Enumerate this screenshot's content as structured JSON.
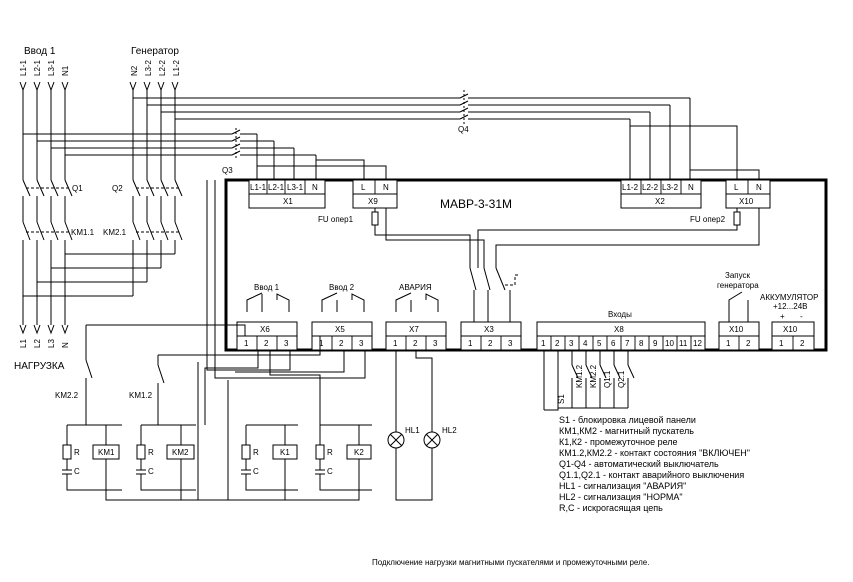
{
  "inputs": {
    "vvod1": {
      "title": "Ввод 1",
      "phases": [
        "L1-1",
        "L2-1",
        "L3-1",
        "N1"
      ]
    },
    "generator": {
      "title": "Генератор",
      "phases": [
        "N2",
        "L3-2",
        "L2-2",
        "L1-2"
      ]
    }
  },
  "breakers": {
    "q1": "Q1",
    "q2": "Q2",
    "q3": "Q3",
    "q4": "Q4",
    "km11": "KM1.1",
    "km21": "KM2.1"
  },
  "load": {
    "title": "НАГРУЗКА",
    "lines": [
      "L1",
      "L2",
      "L3",
      "N"
    ]
  },
  "device": {
    "title": "МАВР-3-31М",
    "x1": {
      "name": "X1",
      "pins": [
        "L1-1",
        "L2-1",
        "L3-1",
        "N"
      ]
    },
    "x9": {
      "name": "X9",
      "pins": [
        "L",
        "N"
      ]
    },
    "x2": {
      "name": "X2",
      "pins": [
        "L1-2",
        "L2-2",
        "L3-2",
        "N"
      ]
    },
    "x10top": {
      "name": "X10",
      "pins": [
        "L",
        "N"
      ]
    },
    "fu1": "FU опер1",
    "fu2": "FU опер2",
    "x6": {
      "name": "X6",
      "label": "Ввод 1",
      "pins": [
        "1",
        "2",
        "3"
      ]
    },
    "x5": {
      "name": "X5",
      "label": "Ввод 2",
      "pins": [
        "1",
        "2",
        "3"
      ]
    },
    "x7": {
      "name": "X7",
      "label": "АВАРИЯ",
      "pins": [
        "1",
        "2",
        "3"
      ]
    },
    "x3": {
      "name": "X3",
      "pins": [
        "1",
        "2",
        "3"
      ]
    },
    "x8": {
      "name": "X8",
      "label": "Входы",
      "pins": [
        "1",
        "2",
        "3",
        "4",
        "5",
        "6",
        "7",
        "8",
        "9",
        "10",
        "11",
        "12"
      ]
    },
    "x10start": {
      "name": "X10",
      "label": [
        "Запуск",
        "генератора"
      ],
      "pins": [
        "1",
        "2"
      ]
    },
    "x10batt": {
      "name": "X10",
      "label": [
        "АККУМУЛЯТОР",
        "+12...24В"
      ],
      "polarity": [
        "+",
        "-"
      ],
      "pins": [
        "1",
        "2"
      ]
    }
  },
  "contacts": {
    "s1": "S1",
    "km12": "KM1.2",
    "km22": "KM2.2",
    "q11": "Q1.1",
    "q21": "Q2.1"
  },
  "bottom": {
    "km22": "KM2.2",
    "km12": "KM1.2",
    "rc": {
      "r": "R",
      "c": "C"
    },
    "coils": [
      "KM1",
      "KM2",
      "K1",
      "K2"
    ],
    "lamps": [
      "HL1",
      "HL2"
    ]
  },
  "legend": [
    "S1 - блокировка лицевой панели",
    "КМ1,КМ2 - магнитный пускатель",
    "К1,К2 - промежуточное реле",
    "КМ1.2,КМ2.2 - контакт состояния \"ВКЛЮЧЕН\"",
    "Q1-Q4 - автоматический выключатель",
    "Q1.1,Q2.1 - контакт аварийного выключения",
    "HL1 - сигнализация \"АВАРИЯ\"",
    "HL2 - сигнализация \"НОРМА\"",
    "R,C - искрогасящая цепь"
  ],
  "caption": "Подключение нагрузки магнитными пускателями и промежуточными реле."
}
